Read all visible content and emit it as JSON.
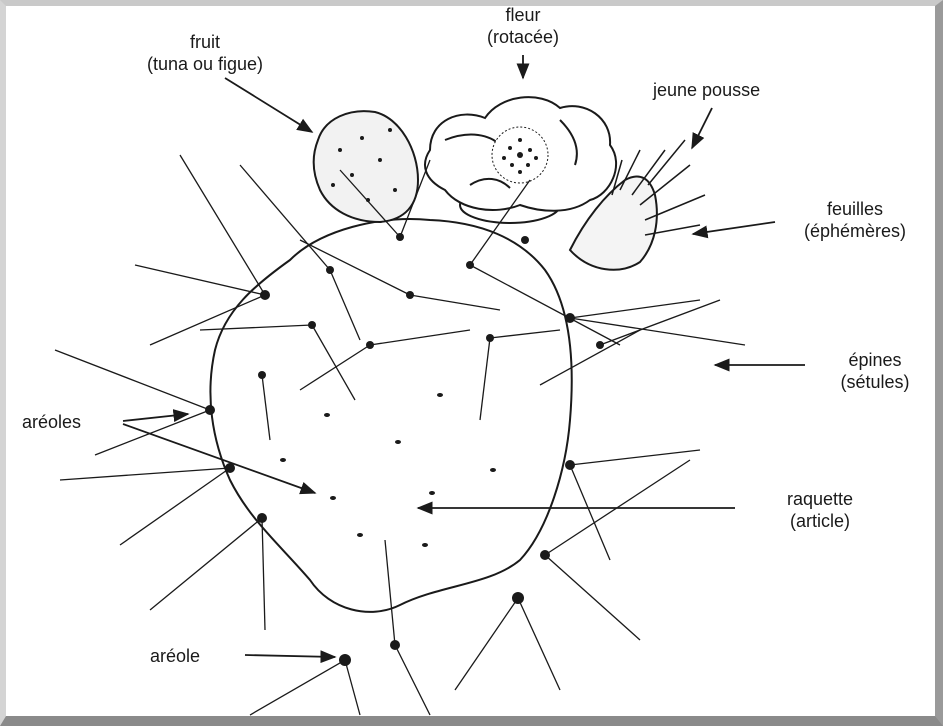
{
  "labels": {
    "fruit": "fruit",
    "fruit_sub": "(tuna ou figue)",
    "fleur": "fleur",
    "fleur_sub": "(rotacée)",
    "jeune_pousse": "jeune pousse",
    "feuilles": "feuilles",
    "feuilles_sub": "(éphémères)",
    "epines": "épines",
    "epines_sub": "(sétules)",
    "areoles": "aréoles",
    "raquette": "raquette",
    "raquette_sub": "(article)",
    "areole": "aréole"
  },
  "colors": {
    "ink": "#1a1a1a",
    "background": "#ffffff"
  }
}
